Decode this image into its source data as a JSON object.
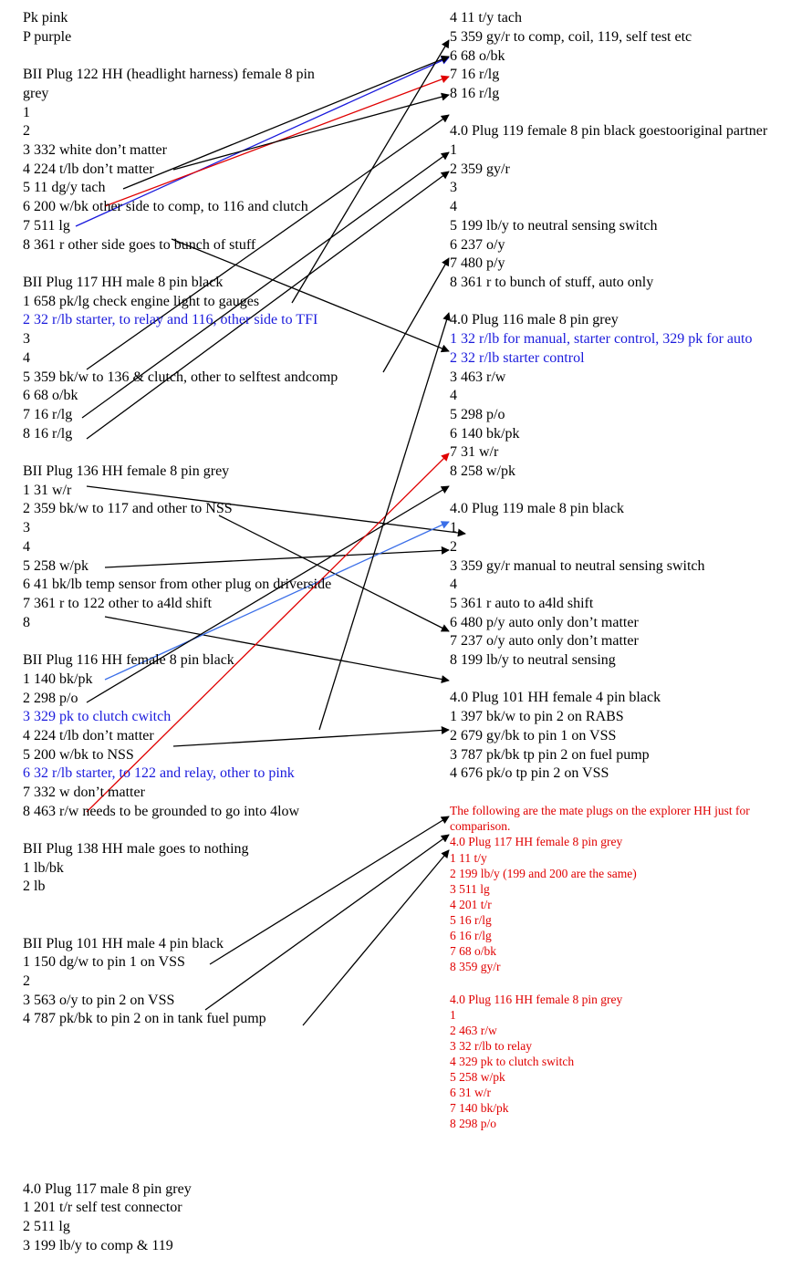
{
  "colors": {
    "blue_text": "#1a1adc",
    "red_text": "#e00000",
    "blue_wire": "#1a1adc",
    "red_wire": "#e00000",
    "lightblue_wire": "#3a6ee8",
    "black_wire": "#000000"
  },
  "left": [
    "Pk pink",
    "P purple",
    "BII Plug 122 HH (headlight harness) female 8 pin",
    "grey",
    "1",
    "2",
    "3  332 white don’t matter",
    "4  224 t/lb don’t matter",
    "5  11 dg/y tach",
    "6  200 w/bk other side to comp, to 116 and clutch",
    "7  511 lg",
    "8  361 r other side goes to bunch of stuff",
    "BII Plug 117 HH male 8 pin black",
    "1  658 pk/lg check engine light to gauges",
    "2  32 r/lb starter, to relay and 116, other side to TFI",
    "3",
    "4",
    "5  359 bk/w to 136 & clutch, other to selftest andcomp",
    "6  68 o/bk",
    "7  16 r/lg",
    "8  16 r/lg",
    "BII Plug 136 HH female 8 pin grey",
    "1  31 w/r",
    "2  359 bk/w to 117 and other to NSS",
    "3",
    "4",
    "5  258 w/pk",
    "6  41 bk/lb temp sensor from other plug on driverside",
    "7  361 r to 122 other to a4ld shift",
    "8",
    "BII Plug 116 HH female 8 pin black",
    "1  140 bk/pk",
    "2  298 p/o",
    "3  329 pk to clutch cwitch",
    "4  224 t/lb don’t matter",
    "5  200 w/bk to NSS",
    "6  32 r/lb starter, to 122 and relay, other to pink",
    "7  332 w don’t matter",
    "8  463 r/w  needs to be grounded to go into 4low",
    "BII Plug 138 HH male goes to nothing",
    "1  lb/bk",
    "2  lb",
    "BII Plug 101 HH male 4 pin black",
    "1  150 dg/w to pin 1 on VSS",
    "2",
    "3  563 o/y to pin 2 on VSS",
    "4  787 pk/bk to pin 2 on in tank fuel pump",
    "4.0 Plug 117 male 8 pin grey",
    "1  201 t/r self test connector",
    "2  511 lg",
    "3  199 lb/y to comp & 119"
  ],
  "right": [
    "4  11 t/y tach",
    "5  359 gy/r to comp, coil, 119, self test etc",
    "6  68 o/bk",
    "7  16 r/lg",
    "8  16 r/lg",
    "4.0 Plug 119 female 8 pin black goestooriginal partner",
    "1",
    "2  359 gy/r",
    "3",
    "4",
    "5 199 lb/y to neutral sensing switch",
    "6  237 o/y",
    "7  480 p/y",
    "8  361 r to bunch of stuff, auto only",
    "4.0 Plug 116 male 8 pin grey",
    "1  32 r/lb for manual, starter control, 329 pk for auto",
    "2  32 r/lb starter control",
    "3  463 r/w",
    "4",
    "5  298 p/o",
    "6 140 bk/pk",
    "7  31 w/r",
    "8  258 w/pk",
    "4.0 Plug 119 male 8 pin black",
    "1",
    "2",
    "3  359 gy/r manual to neutral sensing switch",
    "4",
    "5 361 r auto to a4ld shift",
    "6  480 p/y auto only don’t matter",
    "7  237 o/y auto only don’t matter",
    "8  199 lb/y to neutral sensing",
    "4.0 Plug 101 HH female 4 pin black",
    "1  397 bk/w to pin 2 on RABS",
    "2  679 gy/bk to pin 1 on VSS",
    "3  787 pk/bk tp pin 2 on fuel pump",
    "4  676 pk/o tp pin 2 on VSS"
  ],
  "mate": [
    "The following are the mate plugs on the explorer HH just for",
    "comparison.",
    "4.0 Plug 117 HH female 8 pin grey",
    "1  11 t/y",
    "2  199 lb/y (199 and 200 are the same)",
    "3  511 lg",
    "4  201 t/r",
    "5  16 r/lg",
    "6  16 r/lg",
    "7  68 o/bk",
    "8  359 gy/r",
    "4.0 Plug 116 HH female 8 pin grey",
    "1",
    "2  463 r/w",
    "3  32 r/lb to relay",
    "4  329 pk to clutch switch",
    "5  258 w/pk",
    "6  31 w/r",
    "7  140 bk/pk",
    "8  298 p/o"
  ]
}
